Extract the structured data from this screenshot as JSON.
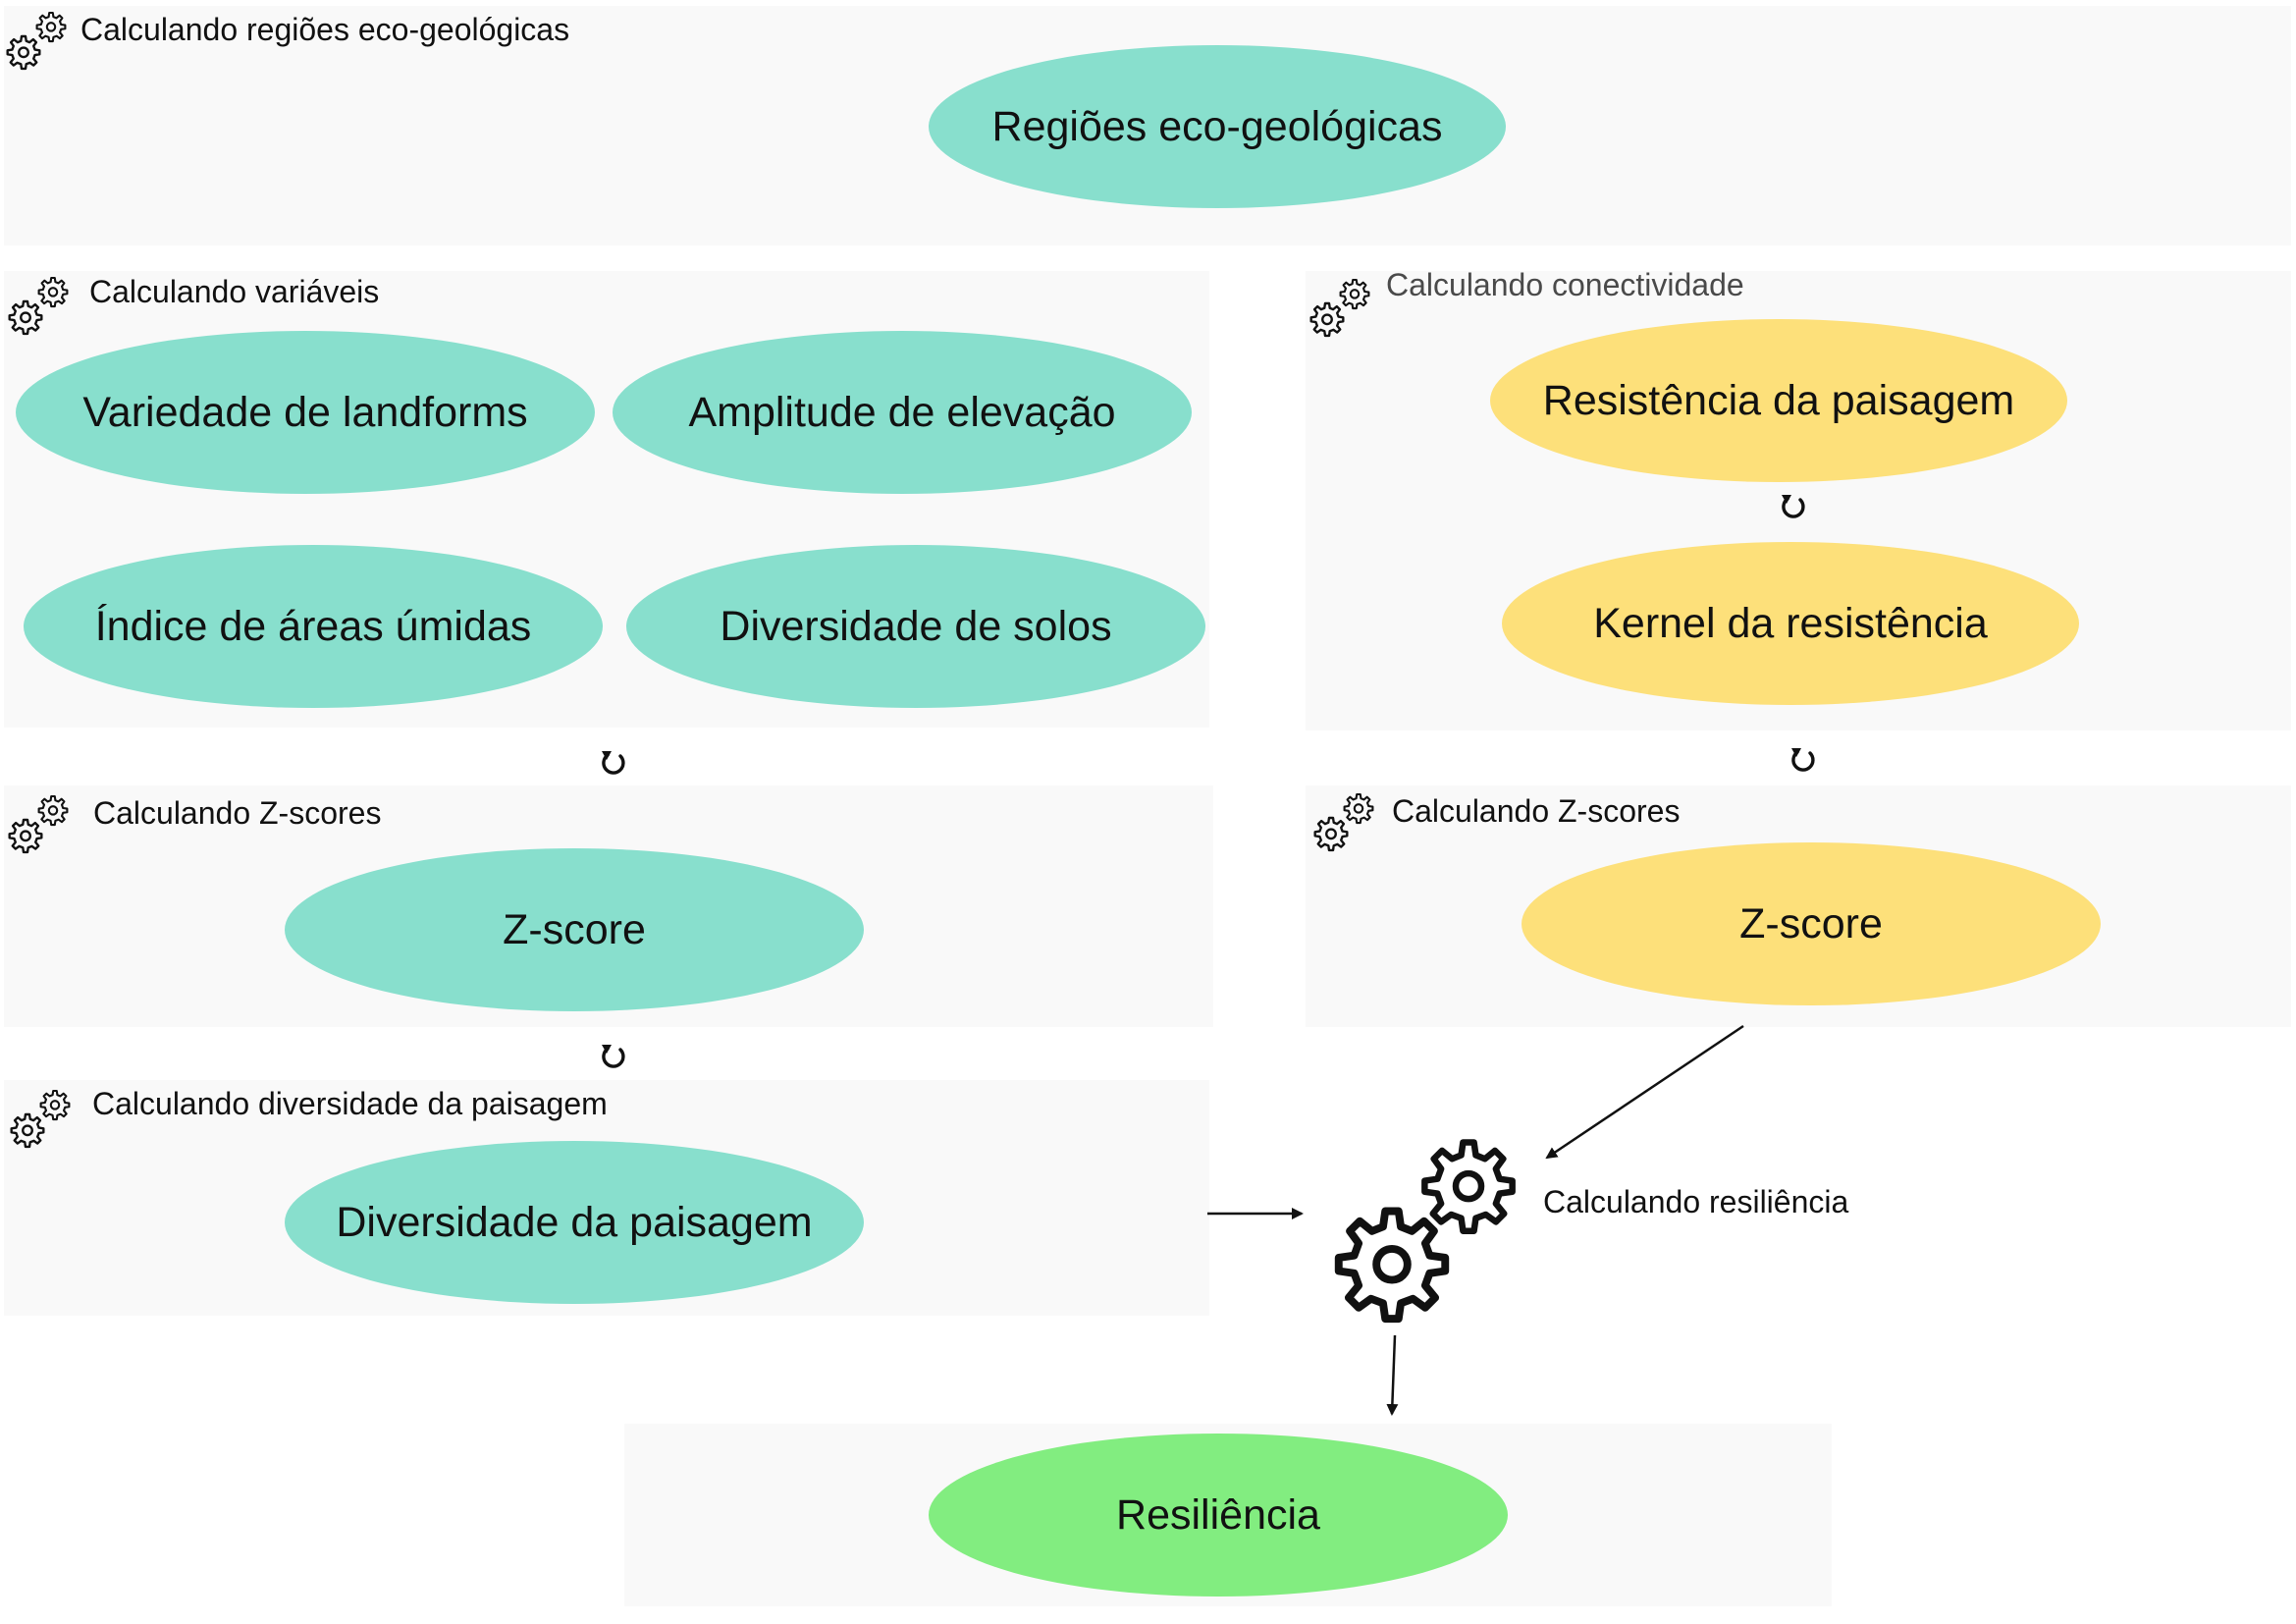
{
  "panels": {
    "eco": {
      "title": "Calculando regiões eco-geológicas",
      "nodes": [
        "Regiões eco-geológicas"
      ]
    },
    "variables": {
      "title": "Calculando variáveis",
      "nodes": [
        "Variedade de landforms",
        "Amplitude de elevação",
        "Índice de áreas úmidas",
        "Diversidade de solos"
      ]
    },
    "connectivity": {
      "title": "Calculando conectividade",
      "nodes": [
        "Resistência da paisagem",
        "Kernel da resistência"
      ]
    },
    "zscore_left": {
      "title": "Calculando Z-scores",
      "nodes": [
        "Z-score"
      ]
    },
    "zscore_right": {
      "title": "Calculando Z-scores",
      "nodes": [
        "Z-score"
      ]
    },
    "diversity": {
      "title": "Calculando diversidade da paisagem",
      "nodes": [
        "Diversidade da paisagem"
      ]
    },
    "result": {
      "nodes": [
        "Resiliência"
      ]
    }
  },
  "process": {
    "label": "Calculando resiliência"
  },
  "colors": {
    "teal": "#88dfcd",
    "yellow": "#fde07a",
    "green": "#82ed80",
    "panel": "#f9f9f9"
  },
  "icons": {
    "panel": "gears-icon",
    "step": "loop-arrow-icon"
  }
}
